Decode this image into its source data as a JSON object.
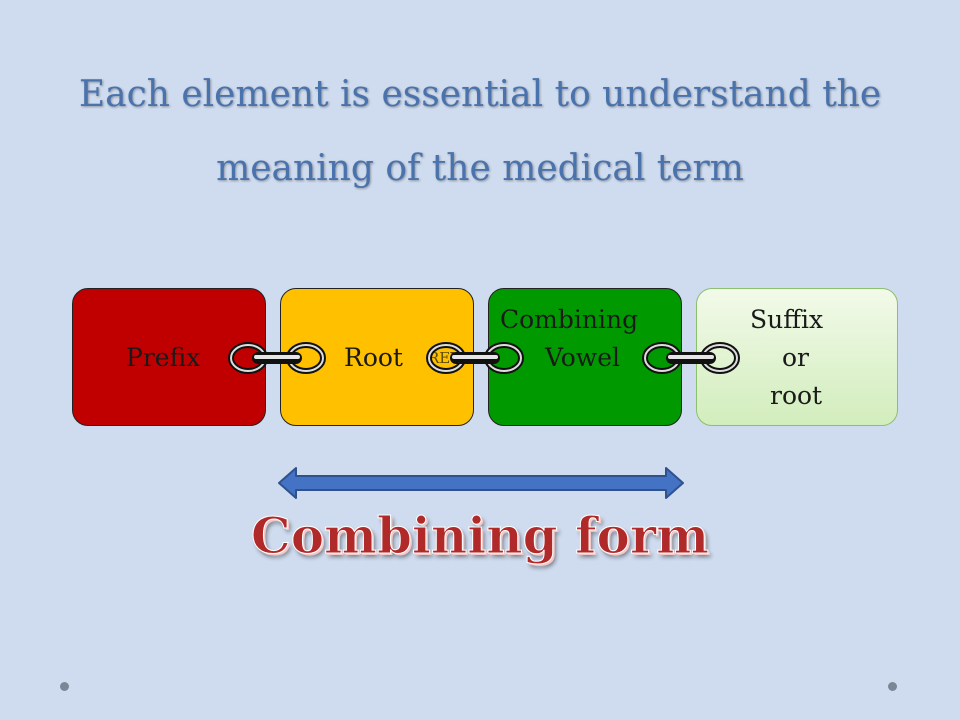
{
  "title": {
    "line1": "Each element is essential to understand  the",
    "line2": "meaning of the medical term"
  },
  "elements": [
    {
      "label": "Prefix",
      "color": "#c00000"
    },
    {
      "label": "Root",
      "color": "#ffc000"
    },
    {
      "label_line1": "Combining",
      "label_line2": "Vowel",
      "color": "#009900"
    },
    {
      "label_line1": "Suffix",
      "label_line2": "or",
      "label_line3": "root",
      "color": "#d9f0c8"
    }
  ],
  "review_text": "REVIEW",
  "span_arrow": {
    "icon": "double-headed-arrow-icon",
    "color": "#4472c4"
  },
  "chain_icon": "chain-link-icon",
  "combining_form": "Combining form",
  "colors": {
    "background": "#cfdcef",
    "title": "#4a73ad",
    "combining_form": "#b02a2a"
  }
}
